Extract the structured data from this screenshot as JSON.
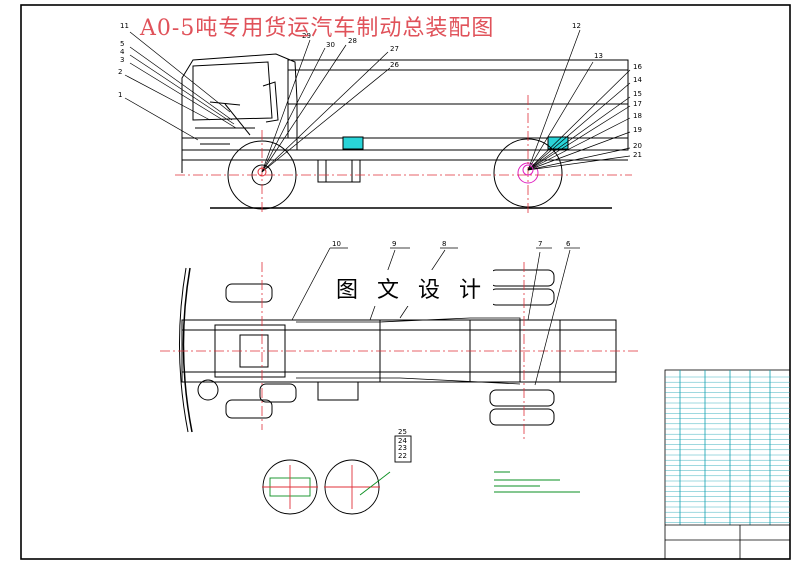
{
  "drawing": {
    "title": "A0-5吨专用货运汽车制动总装配图",
    "watermark": "图 文 设 计"
  },
  "balloons_side": [
    "11",
    "5",
    "4",
    "3",
    "2",
    "1",
    "30",
    "29",
    "28",
    "27",
    "26",
    "12",
    "13",
    "16",
    "14",
    "15",
    "17",
    "18",
    "19",
    "20",
    "21"
  ],
  "balloons_plan": [
    "10",
    "9",
    "8",
    "7",
    "6"
  ],
  "section_labels": [
    "25",
    "24",
    "23",
    "22"
  ],
  "colors": {
    "line": "#000000",
    "center": "#e0303a",
    "accent_cyan": "#29d4d8",
    "leader_green": "#0a8f20",
    "table_cyan": "#0fa0b0",
    "highlight_magenta": "#e020c0"
  }
}
